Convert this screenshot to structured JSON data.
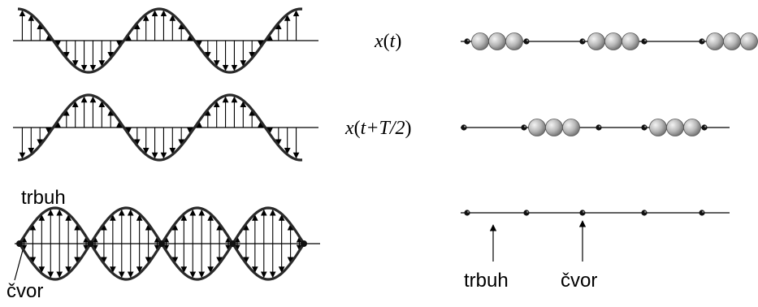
{
  "labels": {
    "trbuh_left": "trbuh",
    "cvor_left": "čvor",
    "trbuh_right": "trbuh",
    "cvor_right": "čvor"
  },
  "equations": {
    "row1": {
      "func": "x",
      "paren_open": "(",
      "var": "t",
      "paren_close": ")"
    },
    "row2": {
      "func": "x",
      "paren_open": "(",
      "var": "t+T/2",
      "paren_close": ")"
    }
  },
  "colors": {
    "line": "#000000",
    "wave": "#2a2a2a",
    "bead_light": "#e6e6e6",
    "bead_dark": "#7a7a7a"
  }
}
